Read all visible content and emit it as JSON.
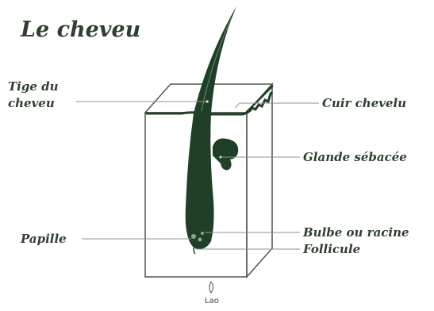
{
  "title": "Le cheveu",
  "labels": {
    "tige_line1": "Tige du",
    "tige_line2": "cheveu",
    "cuir": "Cuir chevelu",
    "glande": "Glande sébacée",
    "papille": "Papille",
    "bulbe": "Bulbe ou racine",
    "follicule": "Follicule"
  },
  "logo": {
    "text": "Lao",
    "icon": "leaf-icon"
  },
  "colors": {
    "hair": "#1f3f26",
    "outline": "#3a4a3a",
    "text": "#2f3f2f"
  }
}
